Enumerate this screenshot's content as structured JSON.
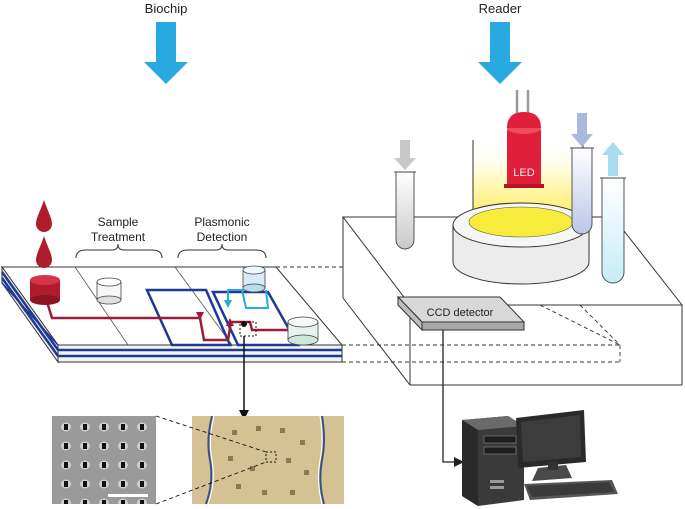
{
  "sections": {
    "biochip_title": "Biochip",
    "reader_title": "Reader"
  },
  "chip": {
    "sample_treatment_line1": "Sample",
    "sample_treatment_line2": "Treatment",
    "plasmonic_detection_line1": "Plasmonic",
    "plasmonic_detection_line2": "Detection"
  },
  "reader": {
    "led_label": "LED",
    "ccd_label": "CCD detector"
  },
  "colors": {
    "arrow_blue": "#29a9e1",
    "channel_red": "#9b1b3a",
    "channel_blue": "#1f3a93",
    "led_red": "#e0203a",
    "light_yellow": "#fff3a0"
  }
}
